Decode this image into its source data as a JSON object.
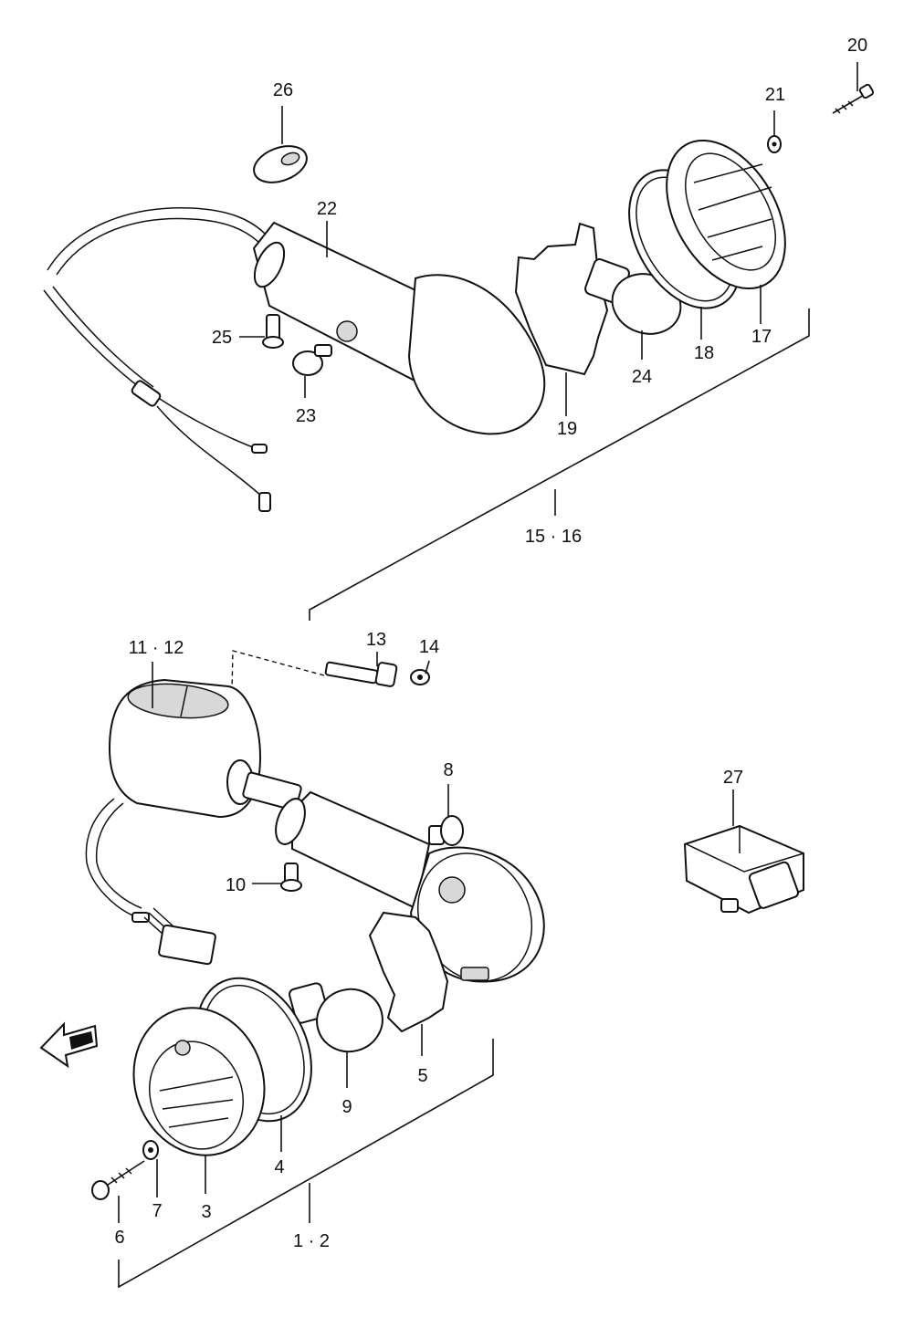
{
  "callouts": {
    "c20": "20",
    "c26": "26",
    "c21": "21",
    "c22": "22",
    "c25": "25",
    "c23": "23",
    "c24": "24",
    "c18": "18",
    "c17": "17",
    "c19": "19",
    "c15_16": "15 · 16",
    "c11_12": "11 · 12",
    "c13": "13",
    "c14": "14",
    "c8": "8",
    "c27": "27",
    "c10": "10",
    "c9": "9",
    "c5": "5",
    "c4": "4",
    "c3": "3",
    "c7": "7",
    "c6": "6",
    "c1_2": "1 · 2"
  },
  "icons": {
    "front_arrow": "forward-arrow-icon"
  }
}
